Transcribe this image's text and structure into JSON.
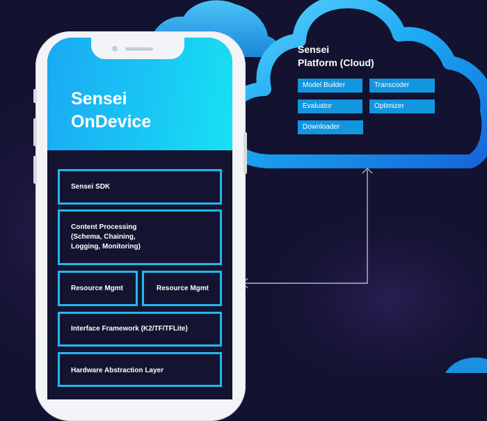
{
  "device": {
    "title_line1": "Sensei",
    "title_line2": "OnDevice",
    "stack": {
      "sdk": "Sensei SDK",
      "content_processing_line1": "Content Processing",
      "content_processing_line2": "(Schema, Chaining,",
      "content_processing_line3": "Logging, Monitoring)",
      "resource_left": "Resource Mgmt",
      "resource_right": "Resource Mgmt",
      "interface": "Interface Framework (K2/TF/TFLite)",
      "hal": "Hardware Abstraction Layer"
    }
  },
  "cloud": {
    "title_line1": "Sensei",
    "title_line2": "Platform (Cloud)",
    "services": [
      "Model Builder",
      "Transcoder",
      "Evaluator",
      "Optimizer",
      "Downloader"
    ]
  },
  "colors": {
    "background": "#131230",
    "cloud_outline": "#1db4f0",
    "box_border": "#21b9ee",
    "chip_fill": "#1296e0",
    "screen_header": "#19c6f4"
  }
}
